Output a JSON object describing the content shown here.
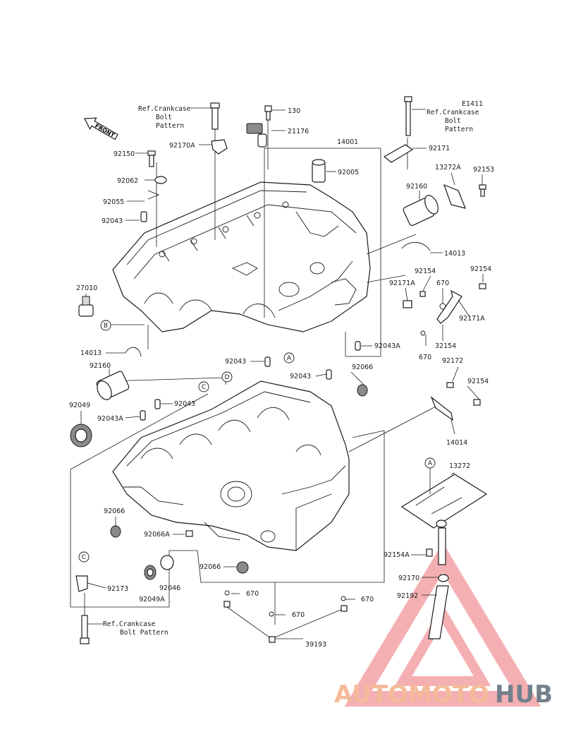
{
  "diagram_code": "E1411",
  "front_label": "FRONT",
  "ref_crankcase_1": [
    "Ref.Crankcase",
    "Bolt",
    "Pattern"
  ],
  "ref_crankcase_2": [
    "Ref.Crankcase",
    "Bolt",
    "Pattern"
  ],
  "ref_crankcase_3": [
    "Ref.Crankcase",
    "Bolt Pattern"
  ],
  "callouts": {
    "a": "A",
    "b": "B",
    "c": "C",
    "d": "D"
  },
  "parts": {
    "p130": "130",
    "p21176": "21176",
    "p14001": "14001",
    "p92171": "92171",
    "p92150": "92150",
    "p92170A": "92170A",
    "p92062": "92062",
    "p92005": "92005",
    "p13272A": "13272A",
    "p92153": "92153",
    "p92055": "92055",
    "p92160a": "92160",
    "p92043a": "92043",
    "p14013a": "14013",
    "p27010": "27010",
    "p92154a": "92154",
    "p92154b": "92154",
    "p92171Aa": "92171A",
    "p670a": "670",
    "p92171Ab": "92171A",
    "p32154": "32154",
    "p670b": "670",
    "p92043Aa": "92043A",
    "p14013b": "14013",
    "p92043b": "92043",
    "p92160b": "92160",
    "p92043c": "92043",
    "p92066a": "92066",
    "p92172": "92172",
    "p92154c": "92154",
    "p92049": "92049",
    "p92043Ab": "92043A",
    "p92043d": "92043",
    "p14014": "14014",
    "p13272": "13272",
    "p92066b": "92066",
    "p92066A": "92066A",
    "p92154A": "92154A",
    "p92066c": "92066",
    "p92046": "92046",
    "p92170": "92170",
    "p92173": "92173",
    "p92049A": "92049A",
    "p670c": "670",
    "p670d": "670",
    "p92192": "92192",
    "p670e": "670",
    "p39193": "39193"
  },
  "watermark": {
    "auto": "AUTOMOTO",
    "hub": "HUB",
    "color_auto": "#f3b089",
    "color_hub": "#5a6b78",
    "triangle_color": "#e8545a"
  }
}
